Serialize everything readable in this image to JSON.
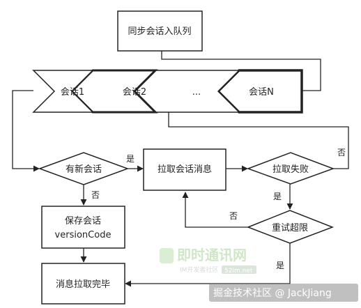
{
  "nodes": {
    "sync_queue": "同步会话入队列",
    "session_1": "会话1",
    "session_2": "会话2",
    "session_ellipsis": "...",
    "session_n": "会话N",
    "has_new_session": "有新会话",
    "pull_messages": "拉取会话消息",
    "pull_failed": "拉取失败",
    "save_session_line1": "保存会话",
    "save_session_line2": "versionCode",
    "retry_limit": "重试超限",
    "pull_complete": "消息拉取完毕"
  },
  "edge_labels": {
    "has_new_yes": "是",
    "has_new_no": "否",
    "failed_no": "否",
    "failed_yes": "是",
    "retry_no": "否",
    "retry_yes": "是"
  },
  "watermark": {
    "name": "即时通讯网",
    "tagline": "IM开发者社区",
    "site": "52im.net"
  },
  "credit": "掘金技术社区 @ JackJiang",
  "colors": {
    "stroke": "#222222",
    "fill": "#ffffff",
    "watermark_green": "#cfe7c7"
  }
}
